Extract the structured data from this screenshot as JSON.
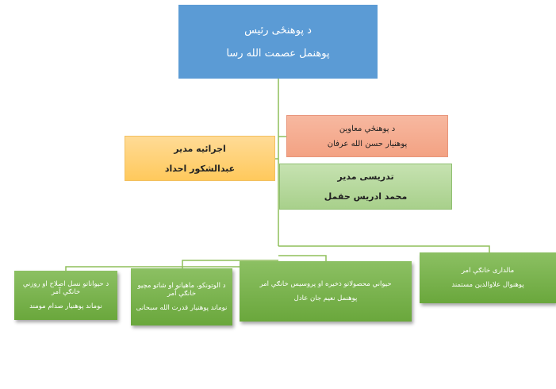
{
  "head": {
    "title": "د پوهنځی رئیس",
    "name": "پوهنمل عصمت الله رسا"
  },
  "deputy": {
    "title": "د پوهنځي معاوين",
    "name": "پوهنيار حسن الله عرفان"
  },
  "admin": {
    "title": "اجرائیه مدیر",
    "name": "عبدالشکور احداد"
  },
  "teaching": {
    "title": "تدریسی مدیر",
    "name": "محمد ادریس حقمل"
  },
  "departments": [
    {
      "title": "مالداری خانګې امر",
      "name": "پوهنوال علاوالدين مستمند"
    },
    {
      "title": "حيواني محصولاتو ذخيره او پروسيس خانګې امر",
      "name": "پوهنمل نعيم جان عادل"
    },
    {
      "title": "د الوتونکو، ماهيانو او شاتو مچيو خانګې آمر",
      "name": "نوماند پوهنيار قدرت الله سبحانی"
    },
    {
      "title": "د حيواناتو نسل اصلاح او روزنې خانګې آمر",
      "name": "نوماند پوهنيار صدام مومند"
    }
  ],
  "colors": {
    "head": "#5b9bd5",
    "deputy": "#f4a88a",
    "admin": "#ffd27f",
    "teaching": "#b5d89b",
    "department": "#7ab34f",
    "connector": "#8fbf5a"
  }
}
